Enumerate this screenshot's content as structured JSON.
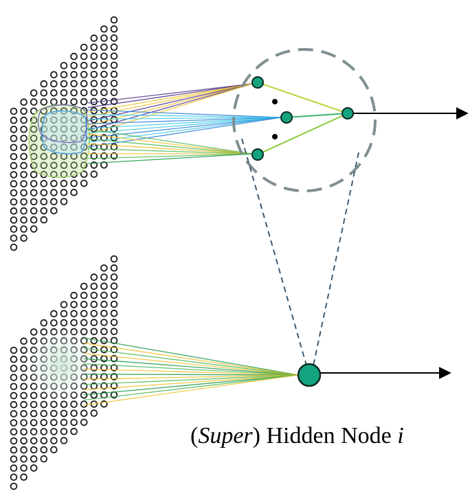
{
  "caption": {
    "prefix": "(",
    "italic_word": "Super",
    "suffix": ") Hidden Node ",
    "index": "i"
  },
  "colors": {
    "node_fill": "#14a37f",
    "node_stroke": "#0b2a22",
    "input_stroke": "#1a1a1a",
    "dashed_circle": "#7f8f91",
    "dashed_line": "#3d5a73",
    "receptive_field_blue": "#4fa4e6",
    "receptive_field_green": "#b8dd8a",
    "line_gradient": [
      "#4b2f8a",
      "#2f7fd6",
      "#3cc8e8",
      "#f0c12a",
      "#4ab85a",
      "#1f9a4a"
    ]
  },
  "icons": {
    "hidden_node": "filled-circle",
    "input_unit": "hollow-circle",
    "output_arrow": "arrow-right"
  }
}
